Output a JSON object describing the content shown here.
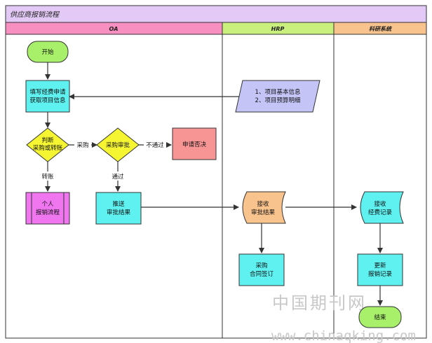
{
  "title": "供应商报销流程",
  "lanes": {
    "oa": "OA",
    "hrp": "HRP",
    "research": "科研系统"
  },
  "nodes": {
    "start": "开始",
    "fill_l1": "填写经费申请",
    "fill_l2": "获取项目信息",
    "judge_l1": "判断",
    "judge_l2": "采购或转账",
    "approve": "采购审批",
    "reject": "申请否决",
    "personal_l1": "个人",
    "personal_l2": "报销流程",
    "push_l1": "推送",
    "push_l2": "审批结果",
    "info_l1": "1、项目基本信息",
    "info_l2": "2、项目预算明细",
    "recv_hrp_l1": "接收",
    "recv_hrp_l2": "审批结果",
    "contract_l1": "采购",
    "contract_l2": "合同签订",
    "recv_res_l1": "接收",
    "recv_res_l2": "经费记录",
    "update_l1": "更新",
    "update_l2": "报销记录",
    "end": "结束"
  },
  "edges": {
    "purchase": "采购",
    "not_pass": "不通过",
    "transfer": "转账",
    "pass": "通过"
  },
  "watermark": {
    "cn": "中国期刊网",
    "url": "www.chinaqking.com"
  },
  "colors": {
    "title_bar": "#e3c9f5",
    "oa_header": "#f78fc0",
    "hrp_header": "#c9f07d",
    "research_header": "#f9c38d",
    "process": "#5ff0f0",
    "terminal": "#a8f06a",
    "decision": "#f5f532",
    "reject": "#f79494",
    "subprocess": "#f076f0",
    "data_input": "#c4c4f7",
    "stored_data": "#f9c38d",
    "lines": "#333333"
  }
}
